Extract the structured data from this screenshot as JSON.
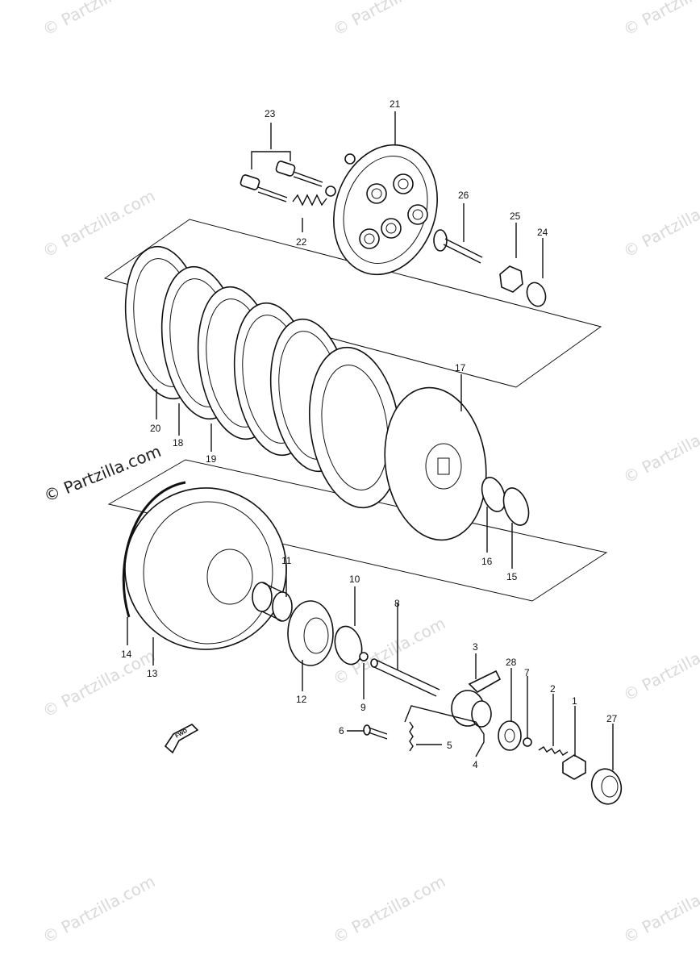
{
  "watermark": {
    "text": "© Partzilla.com"
  },
  "copyright": "© Partzilla.com",
  "fwd_label": "FWD",
  "callouts": {
    "c1": "1",
    "c2": "2",
    "c3": "3",
    "c4": "4",
    "c5": "5",
    "c6": "6",
    "c7": "7",
    "c8": "8",
    "c9": "9",
    "c10": "10",
    "c11": "11",
    "c12": "12",
    "c13": "13",
    "c14": "14",
    "c15": "15",
    "c16": "16",
    "c17": "17",
    "c18": "18",
    "c19": "19",
    "c20": "20",
    "c21": "21",
    "c22": "22",
    "c23": "23",
    "c24": "24",
    "c25": "25",
    "c26": "26",
    "c27": "27",
    "c28": "28"
  }
}
